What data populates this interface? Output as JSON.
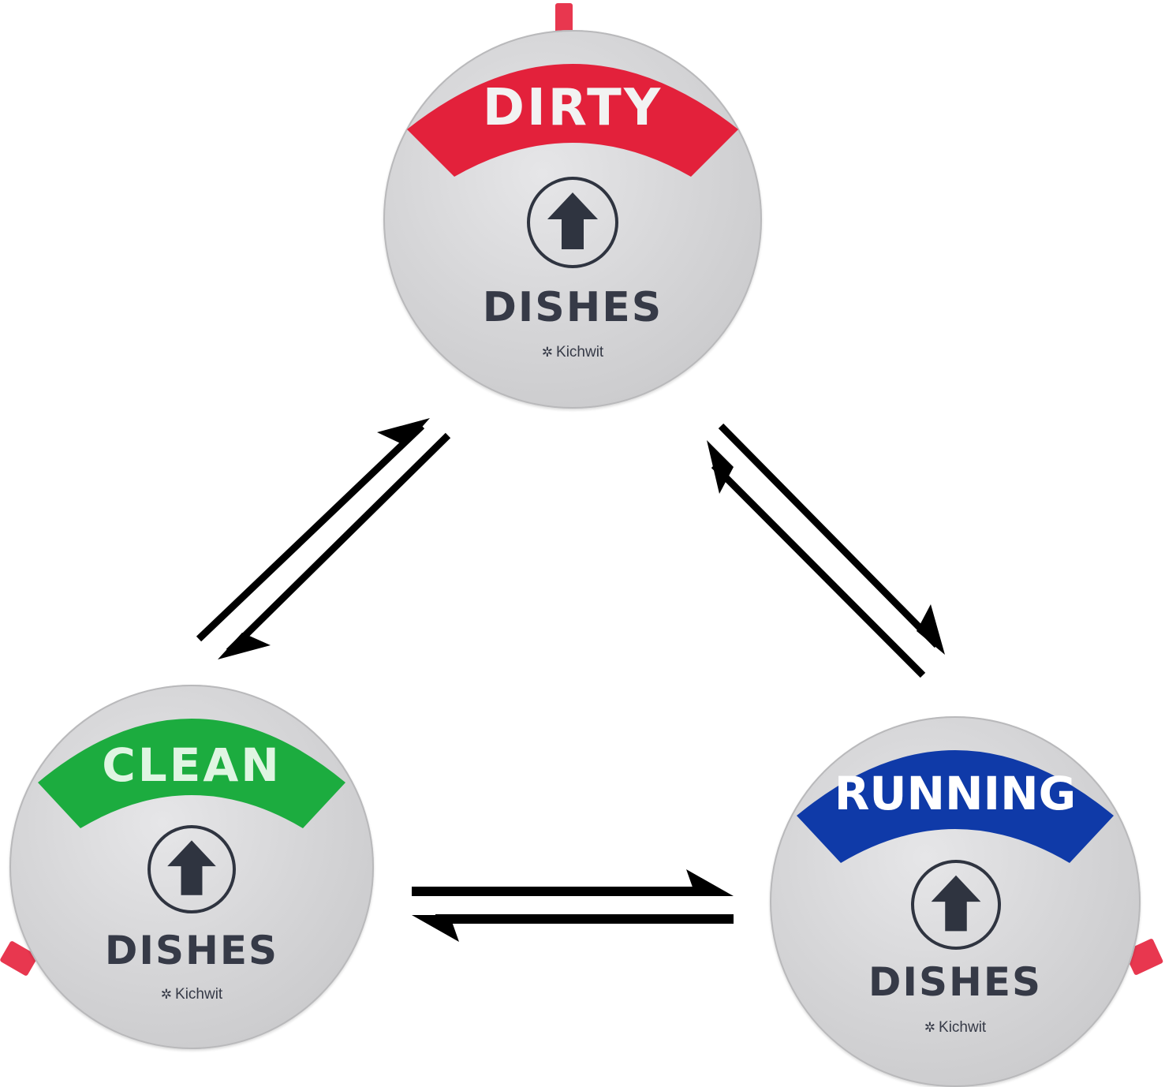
{
  "magnets": {
    "dirty": {
      "status": "DIRTY",
      "subtitle": "DISHES",
      "brand": "Kichwit",
      "color": "#e3213b"
    },
    "clean": {
      "status": "CLEAN",
      "subtitle": "DISHES",
      "brand": "Kichwit",
      "color": "#1cac3f"
    },
    "running": {
      "status": "RUNNING",
      "subtitle": "DISHES",
      "brand": "Kichwit",
      "color": "#0f3aa8"
    }
  },
  "icons": {
    "status_arrow": "up-arrow-icon",
    "brand_logo": "pinwheel-logo-icon",
    "cycle_arrows": "double-arrow-icon"
  },
  "colors": {
    "magnet_face": "#d6d6d8",
    "text_dark": "#363a47",
    "tab": "#e8374f",
    "cycle_arrow": "#000000"
  }
}
